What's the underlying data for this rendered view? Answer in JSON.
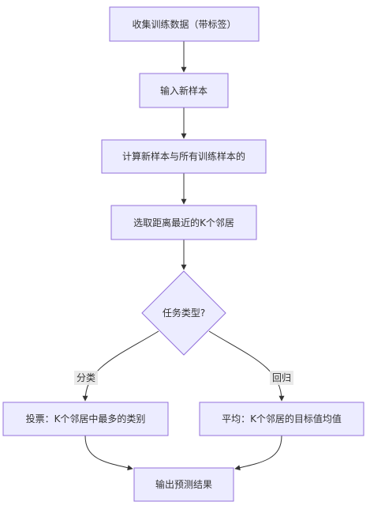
{
  "nodes": {
    "collect": "收集训练数据（带标签）",
    "input": "输入新样本",
    "compute": "计算新样本与所有训练样本的",
    "select": "选取距离最近的K个邻居",
    "decision": "任务类型?",
    "vote": "投票：K个邻居中最多的类别",
    "average": "平均：K个邻居的目标值均值",
    "output": "输出预测结果"
  },
  "edge_labels": {
    "classification": "分类",
    "regression": "回归"
  },
  "colors": {
    "node_fill": "#ECECFF",
    "node_stroke": "#9370DB",
    "edge": "#333333",
    "text": "#333333"
  }
}
